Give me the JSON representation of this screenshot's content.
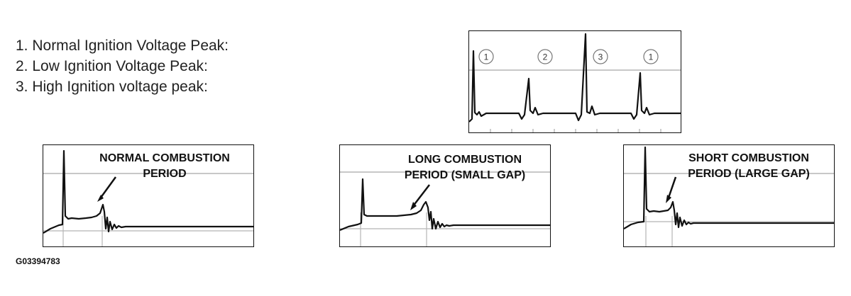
{
  "legend": {
    "items": [
      "1. Normal Ignition Voltage Peak:",
      "2. Low Ignition Voltage Peak:",
      "3. High Ignition voltage peak:"
    ]
  },
  "top_scope": {
    "markers": [
      "1",
      "2",
      "3",
      "1"
    ]
  },
  "panels": {
    "normal": {
      "line1": "NORMAL COMBUSTION",
      "line2": "PERIOD"
    },
    "long": {
      "line1": "LONG COMBUSTION",
      "line2": "PERIOD (SMALL GAP)"
    },
    "short": {
      "line1": "SHORT COMBUSTION",
      "line2": "PERIOD (LARGE GAP)"
    }
  },
  "figure_code": "G03394783",
  "colors": {
    "trace": "#111111",
    "grid": "#b5b5b5",
    "frame": "#111111"
  }
}
